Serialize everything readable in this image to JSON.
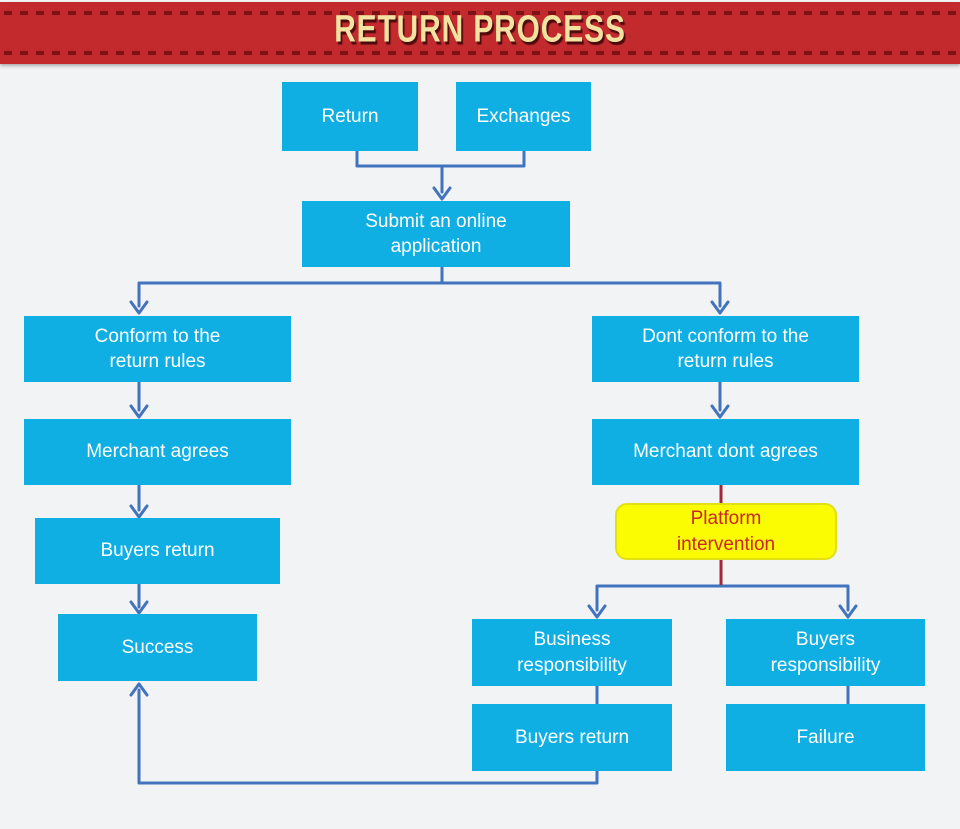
{
  "banner": {
    "title": "RETURN PROCESS",
    "background_color": "#c22a2e",
    "dash_color": "#7d1216",
    "title_color": "#f3e3a2"
  },
  "colors": {
    "node_fill": "#0faee3",
    "node_text": "#ffffff",
    "connector_blue": "#4173be",
    "connector_red": "#a02838",
    "highlight_fill": "#fbfb02",
    "highlight_text": "#c9262b",
    "page_background": "#f2f3f4"
  },
  "nodes": {
    "return": {
      "label": "Return"
    },
    "exchanges": {
      "label": "Exchanges"
    },
    "submit": {
      "label": "Submit an online\napplication"
    },
    "conform": {
      "label": "Conform to the\nreturn rules"
    },
    "dont_conform": {
      "label": "Dont conform to the\nreturn rules"
    },
    "merchant_agrees": {
      "label": "Merchant agrees"
    },
    "merchant_dont": {
      "label": "Merchant dont agrees"
    },
    "platform": {
      "label": "Platform\nintervention"
    },
    "buyers_return_left": {
      "label": "Buyers return"
    },
    "success": {
      "label": "Success"
    },
    "business_resp": {
      "label": "Business\nresponsibility"
    },
    "buyers_resp": {
      "label": "Buyers\nresponsibility"
    },
    "buyers_return_right": {
      "label": "Buyers return"
    },
    "failure": {
      "label": "Failure"
    }
  },
  "edges": [
    {
      "from": "return",
      "to": "submit"
    },
    {
      "from": "exchanges",
      "to": "submit"
    },
    {
      "from": "submit",
      "to": "conform"
    },
    {
      "from": "submit",
      "to": "dont_conform"
    },
    {
      "from": "conform",
      "to": "merchant_agrees"
    },
    {
      "from": "merchant_agrees",
      "to": "buyers_return_left"
    },
    {
      "from": "buyers_return_left",
      "to": "success"
    },
    {
      "from": "merchant_dont",
      "to": "platform",
      "color": "red"
    },
    {
      "from": "platform",
      "to": "business_resp"
    },
    {
      "from": "platform",
      "to": "buyers_resp"
    },
    {
      "from": "business_resp",
      "to": "buyers_return_right"
    },
    {
      "from": "buyers_resp",
      "to": "failure"
    },
    {
      "from": "buyers_return_right",
      "to": "success",
      "note": "loop back"
    }
  ]
}
